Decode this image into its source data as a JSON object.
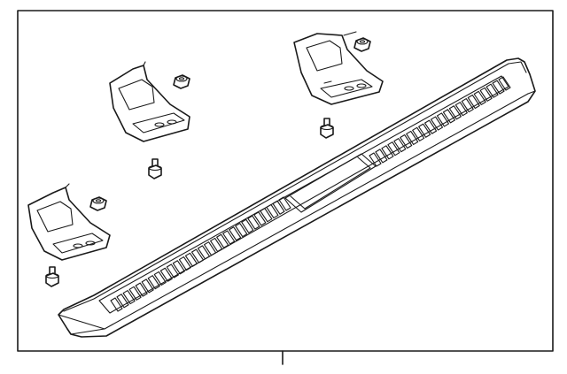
{
  "diagram": {
    "parts": [
      {
        "name": "running-board"
      },
      {
        "name": "mounting-bracket",
        "count": 3
      },
      {
        "name": "nut",
        "count": 3
      },
      {
        "name": "bolt",
        "count": 3
      }
    ]
  }
}
